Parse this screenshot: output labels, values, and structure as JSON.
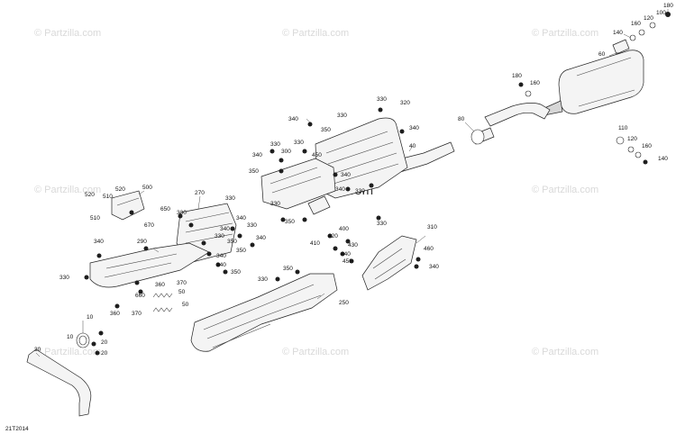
{
  "diagram": {
    "code": "21T2014",
    "watermark_small": "© Partzilla.com",
    "watermark_center": "© Partzilla.com",
    "labels": [
      "180",
      "100",
      "120",
      "160",
      "140",
      "60",
      "180",
      "160",
      "80",
      "110",
      "120",
      "160",
      "140",
      "320",
      "330",
      "340",
      "330",
      "340",
      "350",
      "330",
      "330",
      "450",
      "340",
      "300",
      "350",
      "40",
      "340",
      "340",
      "330",
      "330",
      "500",
      "520",
      "510",
      "520",
      "510",
      "270",
      "650",
      "330",
      "330",
      "670",
      "340",
      "290",
      "330",
      "340",
      "350",
      "340",
      "330",
      "350",
      "340",
      "340",
      "330",
      "340",
      "350",
      "350",
      "330",
      "310",
      "410",
      "420",
      "400",
      "430",
      "440",
      "450",
      "460",
      "340",
      "330",
      "350",
      "360",
      "370",
      "660",
      "50",
      "360",
      "370",
      "50",
      "250",
      "10",
      "10",
      "20",
      "20",
      "30"
    ]
  }
}
